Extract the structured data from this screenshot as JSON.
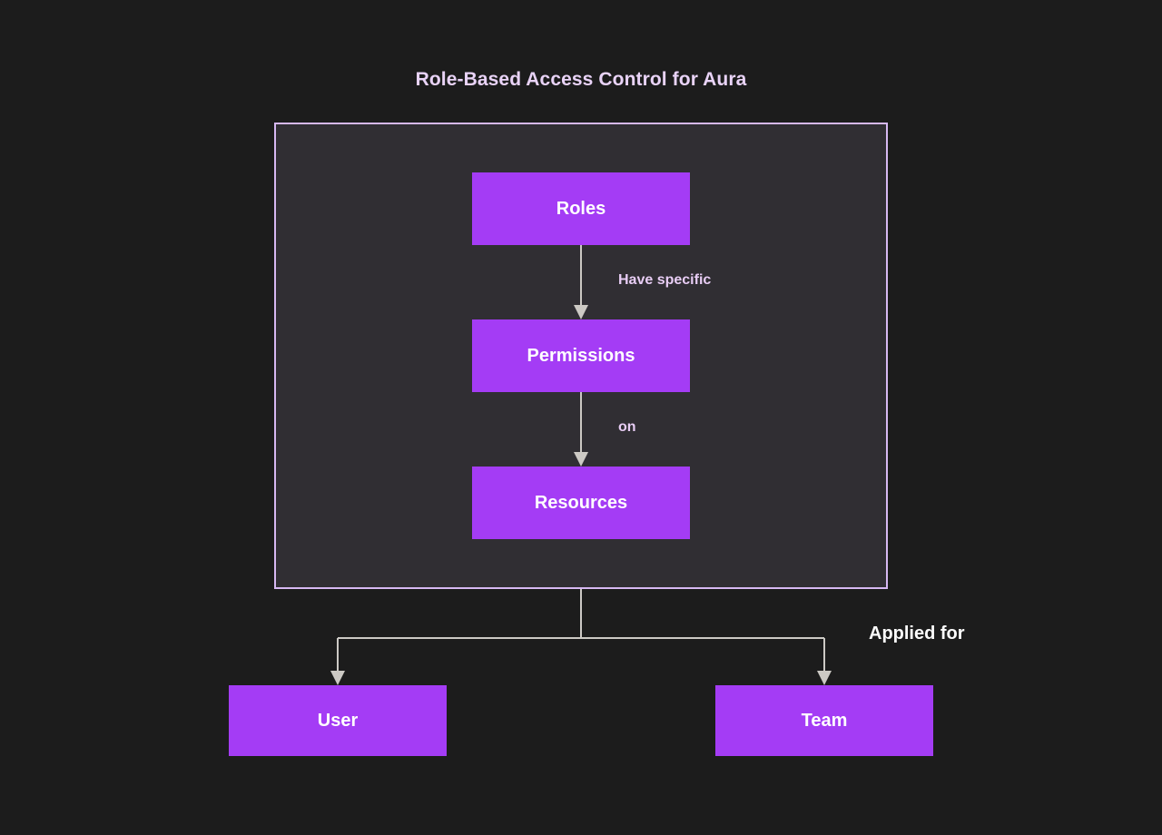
{
  "diagram": {
    "type": "flowchart",
    "direction": "top-down",
    "title": "Role-Based Access Control for Aura",
    "theme": {
      "page_background": "#1c1c1c",
      "subgraph_background": "#302e33",
      "subgraph_border": "#d6b8f2",
      "node_fill": "#a43cf5",
      "node_text": "#ffffff",
      "title_color": "#e9d3f7",
      "inner_edge_label_color": "#e8cdf5",
      "outer_edge_label_color": "#fbfbfb",
      "connector_color": "#ccc9c4"
    },
    "subgraph": {
      "id": "rbac-core",
      "label": "",
      "nodes": [
        {
          "id": "roles",
          "label": "Roles"
        },
        {
          "id": "permissions",
          "label": "Permissions"
        },
        {
          "id": "resources",
          "label": "Resources"
        }
      ]
    },
    "outer_nodes": [
      {
        "id": "user",
        "label": "User"
      },
      {
        "id": "team",
        "label": "Team"
      }
    ],
    "edges": [
      {
        "from": "roles",
        "to": "permissions",
        "label": "Have specific",
        "scope": "inner"
      },
      {
        "from": "permissions",
        "to": "resources",
        "label": "on",
        "scope": "inner"
      },
      {
        "from": "rbac-core",
        "to": "user",
        "label": "Applied for",
        "scope": "outer"
      },
      {
        "from": "rbac-core",
        "to": "team",
        "label": "",
        "scope": "outer"
      }
    ]
  }
}
